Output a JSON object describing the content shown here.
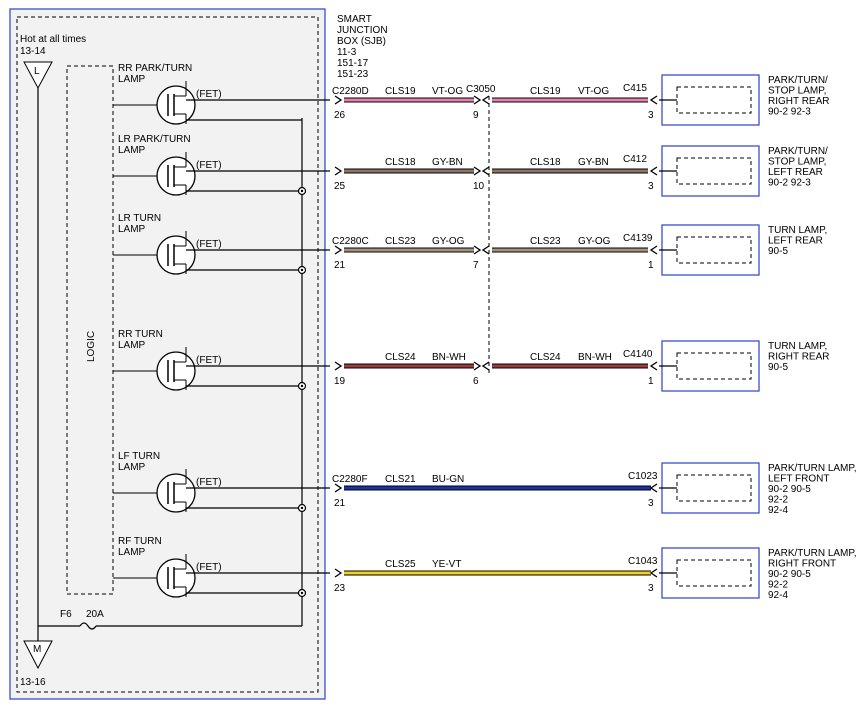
{
  "sjb": {
    "title_lines": [
      "SMART",
      "JUNCTION",
      "BOX (SJB)",
      "11-3",
      "151-17",
      "151-23"
    ],
    "hot_label": "Hot at all times",
    "top_ref": "13-14",
    "bottom_ref": "13-16",
    "top_bus": "L",
    "bottom_bus": "M",
    "logic_label": "LOGIC",
    "fuse_label": "F6",
    "fuse_rating": "20A"
  },
  "fet_label": "(FET)",
  "inline_connector": "C3050",
  "circuits": [
    {
      "drive_lines": [
        "RR PARK/TURN",
        "LAMP"
      ],
      "sjb_connector": "C2280D",
      "sjb_pin": "26",
      "circuit": "CLS19",
      "color_code": "VT-OG",
      "wire_hex": "#e87fb3",
      "inline_pin": "9",
      "circuit_right": "CLS19",
      "color_code_right": "VT-OG",
      "lamp_connector": "C415",
      "lamp_pin": "3",
      "lamp_lines": [
        "PARK/TURN/",
        "STOP LAMP,",
        "RIGHT REAR",
        "90-2   92-3"
      ]
    },
    {
      "drive_lines": [
        "LR PARK/TURN",
        "LAMP"
      ],
      "sjb_connector": "",
      "sjb_pin": "25",
      "circuit": "CLS18",
      "color_code": "GY-BN",
      "wire_hex": "#8c7566",
      "inline_pin": "10",
      "circuit_right": "CLS18",
      "color_code_right": "GY-BN",
      "lamp_connector": "C412",
      "lamp_pin": "3",
      "lamp_lines": [
        "PARK/TURN/",
        "STOP LAMP,",
        "LEFT REAR",
        "90-2   92-3"
      ]
    },
    {
      "drive_lines": [
        "LR TURN",
        "LAMP"
      ],
      "sjb_connector": "C2280C",
      "sjb_pin": "21",
      "circuit": "CLS23",
      "color_code": "GY-OG",
      "wire_hex": "#a49380",
      "inline_pin": "7",
      "circuit_right": "CLS23",
      "color_code_right": "GY-OG",
      "lamp_connector": "C4139",
      "lamp_pin": "1",
      "lamp_lines": [
        "TURN LAMP,",
        "LEFT REAR",
        "90-5"
      ]
    },
    {
      "drive_lines": [
        "RR TURN",
        "LAMP"
      ],
      "sjb_connector": "",
      "sjb_pin": "19",
      "circuit": "CLS24",
      "color_code": "BN-WH",
      "wire_hex": "#9b3b3b",
      "inline_pin": "6",
      "circuit_right": "CLS24",
      "color_code_right": "BN-WH",
      "lamp_connector": "C4140",
      "lamp_pin": "1",
      "lamp_lines": [
        "TURN LAMP,",
        "RIGHT REAR",
        "90-5"
      ]
    },
    {
      "drive_lines": [
        "LF TURN",
        "LAMP"
      ],
      "sjb_connector": "C2280F",
      "sjb_pin": "21",
      "circuit": "CLS21",
      "color_code": "BU-GN",
      "wire_hex": "#1a33a6",
      "inline_pin": "",
      "circuit_right": "",
      "color_code_right": "",
      "lamp_connector": "C1023",
      "lamp_pin": "3",
      "lamp_lines": [
        "PARK/TURN LAMP,",
        "LEFT FRONT",
        "90-2    90-5",
        "92-2",
        "92-4"
      ]
    },
    {
      "drive_lines": [
        "RF TURN",
        "LAMP"
      ],
      "sjb_connector": "",
      "sjb_pin": "23",
      "circuit": "CLS25",
      "color_code": "YE-VT",
      "wire_hex": "#f2d21e",
      "inline_pin": "",
      "circuit_right": "",
      "color_code_right": "",
      "lamp_connector": "C1043",
      "lamp_pin": "3",
      "lamp_lines": [
        "PARK/TURN LAMP,",
        "RIGHT FRONT",
        "90-2    90-5",
        "92-2",
        "92-4"
      ]
    }
  ]
}
